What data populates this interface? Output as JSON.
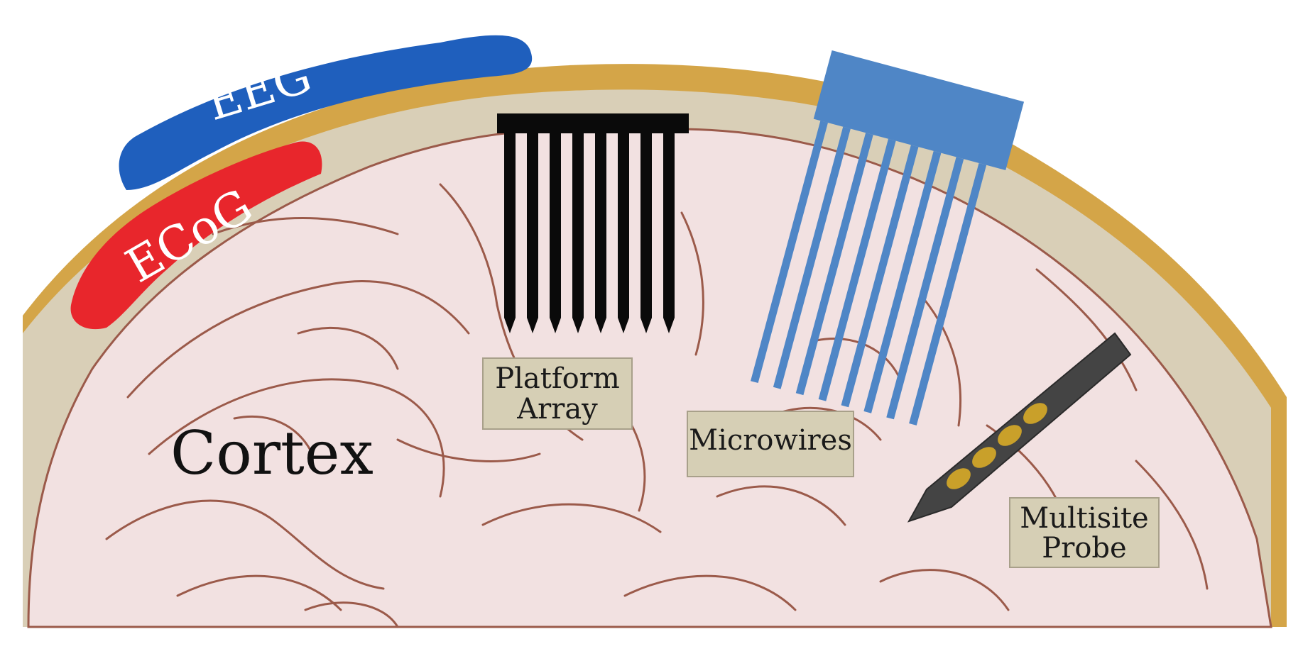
{
  "labels": {
    "eeg": "EEG",
    "ecog": "ECoG",
    "cortex": "Cortex",
    "platform_array_line1": "Platform",
    "platform_array_line2": "Array",
    "microwires": "Microwires",
    "multisite_probe_line1": "Multisite",
    "multisite_probe_line2": "Probe"
  },
  "colors": {
    "skull": "#d4a548",
    "skull_inner": "#d9cfb7",
    "brain": "#f2e1e1",
    "sulci": "#9b5a4a",
    "eeg": "#1f5fbd",
    "ecog": "#e8262c",
    "platform_array": "#0a0a0a",
    "microwires": "#4f86c6",
    "probe": "#444444",
    "probe_sites": "#c9a02a",
    "label_box": "#d6cfb5"
  }
}
